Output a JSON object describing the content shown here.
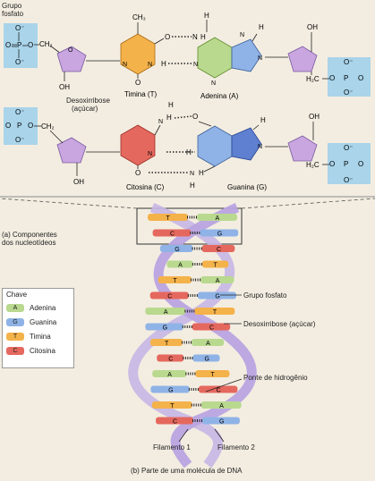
{
  "top": {
    "phosphate_group_label": [
      "Grupo",
      "fosfato"
    ],
    "sugar_label": [
      "Desoxirribose",
      "(açúcar)"
    ],
    "thymine": "Timina (T)",
    "adenine": "Adenina (A)",
    "cytosine": "Citosina (C)",
    "guanine": "Guanina (G)",
    "atoms": {
      "O": "O",
      "P": "P",
      "N": "N",
      "H": "H",
      "OH": "OH",
      "CH2": "CH₂",
      "H2C": "H₂C",
      "CH3": "CH₃",
      "O_minus": "O⁻"
    }
  },
  "middle": {
    "caption_a": [
      "(a) Componentes",
      "dos nucleotídeos"
    ],
    "phosphate_label": "Grupo fosfato",
    "sugar_label": "Desoxirribose (açúcar)",
    "hbond_label": "Ponte de hidrogênio",
    "strand1": "Filamento 1",
    "strand2": "Filamento 2",
    "caption_b": "(b) Parte de uma molécula de DNA"
  },
  "key": {
    "title": "Chave",
    "items": [
      {
        "letter": "A",
        "label": "Adenina",
        "color": "#b9d98f"
      },
      {
        "letter": "G",
        "label": "Guanina",
        "color": "#8fb3e6"
      },
      {
        "letter": "T",
        "label": "Timina",
        "color": "#f4b24a"
      },
      {
        "letter": "C",
        "label": "Citosina",
        "color": "#e5685e"
      }
    ]
  },
  "colors": {
    "phosphate_box": "#a9d4ea",
    "sugar": "#c9a6e0",
    "thymine": "#f4b24a",
    "adenine": "#b9d98f",
    "cytosine": "#e5685e",
    "guanine": "#8fb3e6",
    "helix_strand": "#c7b6e6"
  },
  "pairs": [
    {
      "left": "T",
      "right": "A"
    },
    {
      "left": "C",
      "right": "G"
    },
    {
      "left": "G",
      "right": "C"
    },
    {
      "left": "A",
      "right": "T"
    },
    {
      "left": "T",
      "right": "A"
    },
    {
      "left": "C",
      "right": "G"
    },
    {
      "left": "A",
      "right": "T"
    },
    {
      "left": "G",
      "right": "C"
    },
    {
      "left": "T",
      "right": "A"
    },
    {
      "left": "C",
      "right": "G"
    },
    {
      "left": "A",
      "right": "T"
    },
    {
      "left": "G",
      "right": "C"
    },
    {
      "left": "T",
      "right": "A"
    },
    {
      "left": "C",
      "right": "G"
    }
  ]
}
